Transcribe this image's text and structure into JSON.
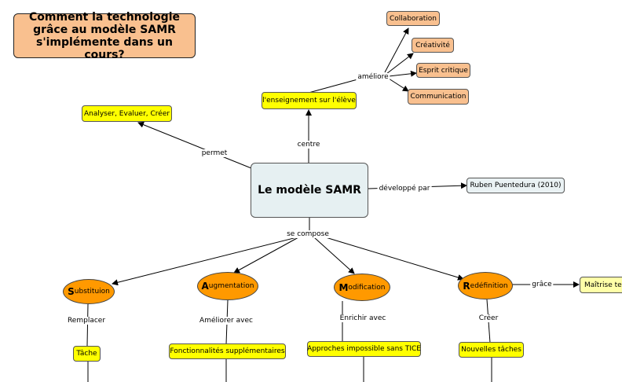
{
  "title": "Comment la technologie grâce au modèle SAMR s'implémente dans un cours?",
  "central": "Le modèle SAMR",
  "top_branch": {
    "link_label": "centre",
    "node": "l'enseignement sur l'élève",
    "sub_link_label": "améliore",
    "children": [
      "Collaboration",
      "Créativité",
      "Esprit critique",
      "Communication"
    ]
  },
  "left_branch": {
    "link_label": "permet",
    "node": "Analyser, Evaluer, Créer"
  },
  "right_branch": {
    "link_label": "développé par",
    "node": "Ruben Puentedura (2010)"
  },
  "compose_label": "se compose",
  "levels": [
    {
      "initial": "S",
      "rest": "ubstituion",
      "link_label": "Remplacer",
      "child": "Tâche"
    },
    {
      "initial": "A",
      "rest": "ugmentation",
      "link_label": "Améliorer avec",
      "child": "Fonctionnalités supplémentaires"
    },
    {
      "initial": "M",
      "rest": "odification",
      "link_label": "Enrichir avec",
      "child": "Approches impossible sans TICE"
    },
    {
      "initial": "R",
      "rest": "edéfinition",
      "link_label": "Créer",
      "child": "Nouvelles tâches"
    }
  ],
  "redefinition_extra": {
    "link_label": "grâce",
    "node": "Maîtrise tec"
  }
}
